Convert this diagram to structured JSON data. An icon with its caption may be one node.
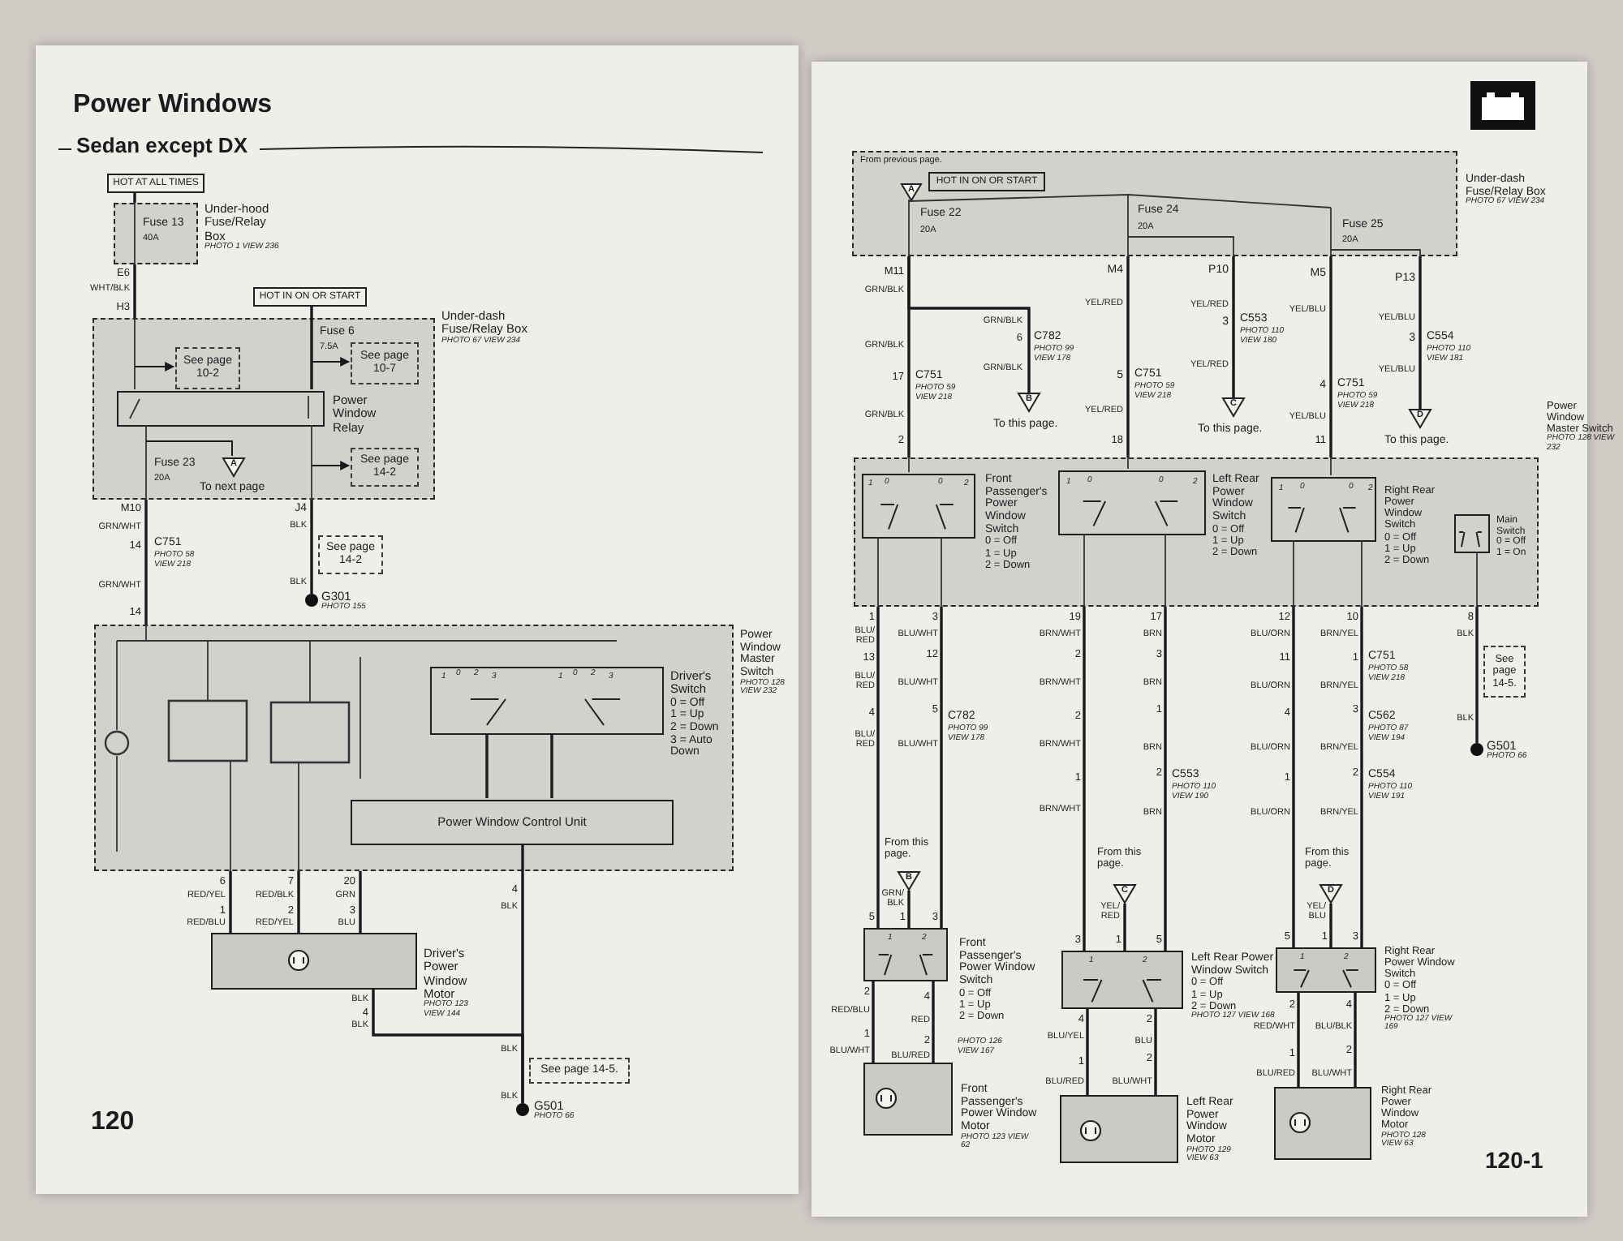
{
  "diagram": {
    "title": "Power Windows",
    "nodes": [
      {
        "text": [
          "HOT AT ALL TIMES"
        ]
      },
      {
        "text": [
          "Fuse 13",
          "40A",
          "Under-hood Fuse/Relay Box"
        ],
        "beside": [
          "PHOTO 1 VIEW 236"
        ]
      },
      {
        "text": [
          "HOT IN ON OR START"
        ]
      },
      {
        "text": [
          "Fuse 6",
          "7.5A",
          "Under-dash Fuse/Relay Box",
          "Fuse 23",
          "20A"
        ],
        "beside": [
          "PHOTO 67 VIEW 234"
        ]
      },
      {
        "text": [
          "See page 10-2"
        ],
        "in": 3
      },
      {
        "text": [
          "See page 10-7"
        ],
        "in": 3
      },
      {
        "text": [
          "Power Window Relay"
        ],
        "in": 3
      },
      {
        "text": [
          "A"
        ],
        "in": 3,
        "beside": [
          "To next page"
        ]
      },
      {
        "text": [
          "See page 14-2"
        ],
        "in": 3
      },
      {
        "text": [
          "See page 14-2"
        ]
      },
      {
        "text": [
          "G301"
        ],
        "beside": [
          "PHOTO 155"
        ]
      },
      {
        "text": [
          "Power Window Master Switch"
        ],
        "beside": [
          "PHOTO 128 VIEW 232"
        ]
      },
      {
        "text": [
          "1",
          "0",
          "2",
          "3",
          "1",
          "0",
          "2",
          "3",
          "Driver's Switch",
          "0 = Off",
          "1 = Up",
          "2 = Down",
          "3 = Auto Down"
        ],
        "in": 11
      },
      {
        "text": [
          "Power Window Control Unit"
        ],
        "in": 11
      },
      {
        "text": [
          "Driver's Power Window Motor"
        ],
        "beside": [
          "PHOTO 123 VIEW 144"
        ]
      },
      {
        "text": [
          "See page 14-5."
        ]
      },
      {
        "text": [
          "G501"
        ],
        "beside": [
          "PHOTO 66"
        ]
      },
      {
        "text": [
          "Fuse 22",
          "20A",
          "Fuse 24",
          "20A",
          "Fuse 25",
          "20A",
          "Under-dash Fuse/Relay Box"
        ],
        "beside": [
          "PHOTO 67 VIEW 234"
        ]
      },
      {
        "text": [
          "A"
        ],
        "in": 17
      },
      {
        "text": [
          "HOT IN ON OR START"
        ],
        "in": 17
      },
      {
        "text": [
          "B"
        ],
        "beside": [
          "To this page."
        ]
      },
      {
        "text": [
          "C"
        ],
        "beside": [
          "To this page."
        ]
      },
      {
        "text": [
          "D"
        ],
        "beside": [
          "To this page."
        ]
      },
      {
        "text": [
          "Power Window Master Switch"
        ],
        "beside": [
          "PHOTO 128 VIEW 232"
        ]
      },
      {
        "text": [
          "1",
          "0",
          "0",
          "2",
          "Front Passenger's Power Window Switch",
          "0 = Off",
          "1 = Up",
          "2 = Down"
        ],
        "in": 23
      },
      {
        "text": [
          "1",
          "0",
          "0",
          "2",
          "Left Rear Power Window Switch",
          "0 = Off",
          "1 = Up",
          "2 = Down"
        ],
        "in": 23
      },
      {
        "text": [
          "1",
          "0",
          "0",
          "2",
          "Right Rear Power Window Switch",
          "0 = Off",
          "1 = Up",
          "2 = Down"
        ],
        "in": 23
      },
      {
        "text": [
          "Main Switch",
          "0 = Off",
          "1 = On"
        ],
        "in": 23
      },
      {
        "text": [
          "See page 14-5."
        ]
      },
      {
        "text": [
          "G501"
        ],
        "beside": [
          "PHOTO 66"
        ]
      },
      {
        "text": [
          "B"
        ],
        "beside": [
          "From this page."
        ]
      },
      {
        "text": [
          "C"
        ],
        "beside": [
          "From this page."
        ]
      },
      {
        "text": [
          "D"
        ],
        "beside": [
          "From this page."
        ]
      },
      {
        "text": [
          "1",
          "2",
          "Front Passenger's Power Window Switch",
          "0 = Off",
          "1 = Up",
          "2 = Down"
        ]
      },
      {
        "text": [
          "Front Passenger's Power Window Motor"
        ],
        "beside": [
          "PHOTO 123 VIEW 62"
        ]
      },
      {
        "text": [
          "1",
          "2",
          "Left Rear Power Window Switch",
          "0 = Off",
          "1 = Up",
          "2 = Down"
        ],
        "beside": [
          "PHOTO 127 VIEW 168"
        ]
      },
      {
        "text": [
          "Left Rear Power Window Motor"
        ],
        "beside": [
          "PHOTO 129 VIEW 63"
        ]
      },
      {
        "text": [
          "1",
          "2",
          "Right Rear Power Window Switch",
          "0 = Off",
          "1 = Up",
          "2 = Down"
        ],
        "beside": [
          "PHOTO 127 VIEW 169"
        ]
      },
      {
        "text": [
          "Right Rear Power Window Motor"
        ],
        "beside": [
          "PHOTO 128 VIEW 63"
        ]
      }
    ],
    "edges": [
      {
        "from": 1,
        "to": 3,
        "arrow": "none"
      },
      {
        "from": null,
        "to": 4,
        "arrow": "to"
      },
      {
        "from": null,
        "to": 5,
        "arrow": "to"
      },
      {
        "from": null,
        "to": 8,
        "arrow": "to"
      },
      {
        "from": null,
        "to": 7,
        "arrow": "none"
      },
      {
        "from": 3,
        "to": 11,
        "arrow": "none"
      },
      {
        "from": 3,
        "to": 10,
        "arrow": "none"
      },
      {
        "from": 11,
        "to": 14,
        "arrow": "none"
      },
      {
        "from": 11,
        "to": 14,
        "arrow": "none"
      },
      {
        "from": 11,
        "to": 14,
        "arrow": "none"
      },
      {
        "from": 13,
        "to": 16,
        "arrow": "none"
      },
      {
        "from": 14,
        "to": 16,
        "arrow": "none"
      },
      {
        "from": 17,
        "to": 23,
        "arrow": "none"
      },
      {
        "from": 17,
        "to": 20,
        "arrow": "none"
      },
      {
        "from": 17,
        "to": 23,
        "arrow": "none"
      },
      {
        "from": 17,
        "to": 21,
        "arrow": "none"
      },
      {
        "from": 17,
        "to": 23,
        "arrow": "none"
      },
      {
        "from": 17,
        "to": 22,
        "arrow": "none"
      },
      {
        "from": 23,
        "to": 33,
        "arrow": "none"
      },
      {
        "from": 23,
        "to": 33,
        "arrow": "none"
      },
      {
        "from": 23,
        "to": 35,
        "arrow": "none"
      },
      {
        "from": 23,
        "to": 35,
        "arrow": "none"
      },
      {
        "from": 23,
        "to": 37,
        "arrow": "none"
      },
      {
        "from": 23,
        "to": 37,
        "arrow": "none"
      },
      {
        "from": 23,
        "to": 29,
        "arrow": "none"
      },
      {
        "from": 30,
        "to": 33,
        "arrow": "none"
      },
      {
        "from": 31,
        "to": 35,
        "arrow": "none"
      },
      {
        "from": 32,
        "to": 37,
        "arrow": "none"
      },
      {
        "from": 33,
        "to": 34,
        "arrow": "none"
      },
      {
        "from": 33,
        "to": 34,
        "arrow": "none"
      },
      {
        "from": 35,
        "to": 36,
        "arrow": "none"
      },
      {
        "from": 35,
        "to": 36,
        "arrow": "none"
      },
      {
        "from": 37,
        "to": 38,
        "arrow": "none"
      },
      {
        "from": 37,
        "to": 38,
        "arrow": "none"
      },
      {
        "from": 0,
        "to": 1,
        "arrow": "none"
      },
      {
        "from": 2,
        "to": 6,
        "arrow": "none"
      },
      {
        "from": 12,
        "to": 13,
        "arrow": "none"
      },
      {
        "from": 12,
        "to": 13,
        "arrow": "none"
      }
    ],
    "labels": [
      "Sedan except DX",
      "E6",
      "WHT/BLK",
      "H3",
      "M10",
      "GRN/WHT",
      "14",
      "C751",
      "PHOTO 58 VIEW 218",
      "GRN/WHT",
      "14",
      "J4",
      "BLK",
      "BLK",
      "6",
      "RED/YEL",
      "1",
      "RED/BLU",
      "7",
      "RED/BLK",
      "2",
      "RED/YEL",
      "20",
      "GRN",
      "3",
      "BLU",
      "4",
      "BLK",
      "BLK",
      "4",
      "BLK",
      "BLK",
      "BLK",
      "120",
      "From previous page.",
      "M11",
      "GRN/BLK",
      "GRN/BLK",
      "6",
      "C782",
      "PHOTO 99 VIEW 178",
      "GRN/BLK",
      "GRN/BLK",
      "17",
      "C751",
      "PHOTO 59 VIEW 218",
      "GRN/BLK",
      "2",
      "M4",
      "YEL/RED",
      "5",
      "C751",
      "PHOTO 59 VIEW 218",
      "YEL/RED",
      "18",
      "P10",
      "YEL/RED",
      "3",
      "C553",
      "PHOTO 110 VIEW 180",
      "YEL/RED",
      "M5",
      "YEL/BLU",
      "4",
      "C751",
      "PHOTO 59 VIEW 218",
      "YEL/BLU",
      "11",
      "P13",
      "YEL/BLU",
      "3",
      "C554",
      "PHOTO 110 VIEW 181",
      "YEL/BLU",
      "1",
      "3",
      "19",
      "17",
      "12",
      "10",
      "8",
      "BLU/ RED",
      "BLU/WHT",
      "BRN/WHT",
      "BRN",
      "BLU/ORN",
      "BRN/YEL",
      "BLK",
      "13",
      "12",
      "2",
      "3",
      "11",
      "1",
      "C751",
      "PHOTO 58 VIEW 218",
      "BLU/ RED",
      "BLU/WHT",
      "BRN/WHT",
      "BRN",
      "BLU/ORN",
      "BRN/YEL",
      "4",
      "5",
      "C782",
      "PHOTO 99 VIEW 178",
      "2",
      "1",
      "4",
      "3",
      "C562",
      "PHOTO 87 VIEW 194",
      "BLK",
      "BLU/ RED",
      "BLU/WHT",
      "BRN/WHT",
      "BRN",
      "BLU/ORN",
      "BRN/YEL",
      "1",
      "2",
      "C553",
      "PHOTO 110 VIEW 190",
      "1",
      "2",
      "C554",
      "PHOTO 110 VIEW 191",
      "BRN/WHT",
      "BRN",
      "BLU/ORN",
      "BRN/YEL",
      "GRN/ BLK",
      "YEL/ RED",
      "YEL/ BLU",
      "5",
      "1",
      "3",
      "3",
      "1",
      "5",
      "5",
      "1",
      "3",
      "2",
      "4",
      "RED/BLU",
      "RED",
      "1",
      "2",
      "BLU/WHT",
      "BLU/RED",
      "PHOTO 126 VIEW 167",
      "4",
      "2",
      "BLU/YEL",
      "BLU",
      "1",
      "2",
      "BLU/RED",
      "BLU/WHT",
      "2",
      "4",
      "RED/WHT",
      "BLU/BLK",
      "1",
      "2",
      "BLU/RED",
      "BLU/WHT",
      "120-1"
    ]
  }
}
